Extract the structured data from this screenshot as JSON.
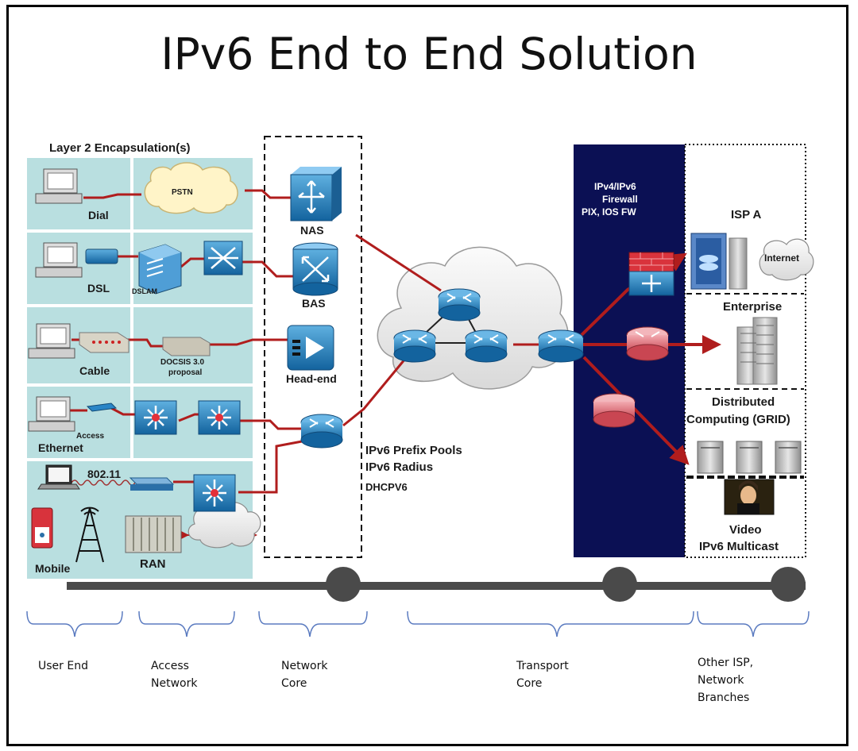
{
  "title": "IPv6 End to End Solution",
  "layer2_label": "Layer 2 Encapsulation(s)",
  "access_types": {
    "dial": "Dial",
    "dsl": "DSL",
    "cable": "Cable",
    "ethernet": "Ethernet",
    "wifi": "802.11",
    "mobile": "Mobile"
  },
  "access_devices": {
    "pstn": "PSTN",
    "dslam": "DSLAM",
    "docsis_line1": "DOCSIS 3.0",
    "docsis_line2": "proposal",
    "access": "Access",
    "ran": "RAN"
  },
  "core_devices": {
    "nas": "NAS",
    "bas": "BAS",
    "headend": "Head-end"
  },
  "core_services": {
    "prefix_pools": "IPv6 Prefix Pools",
    "radius": "IPv6 Radius",
    "dhcp": "DHCPV6"
  },
  "firewall": {
    "line1": "IPv4/IPv6",
    "line2": "Firewall",
    "line3": "PIX, IOS FW"
  },
  "destinations": {
    "isp_a": "ISP A",
    "internet": "Internet",
    "enterprise": "Enterprise",
    "distributed_line1": "Distributed",
    "distributed_line2": "Computing (GRID)",
    "video_line1": "Video",
    "video_line2": "IPv6 Multicast"
  },
  "segments": {
    "user_end": "User End",
    "access_line1": "Access",
    "access_line2": "Network",
    "netcore_line1": "Network",
    "netcore_line2": "Core",
    "transport_line1": "Transport",
    "transport_line2": "Core",
    "other_line1": "Other ISP,",
    "other_line2": "Network",
    "other_line3": "Branches"
  },
  "colors": {
    "link": "#b01d1d",
    "panel": "#b9dfe0",
    "firewall_bg": "#0b1054",
    "router": "#1e7ab8",
    "timeline": "#4a4a4a"
  }
}
